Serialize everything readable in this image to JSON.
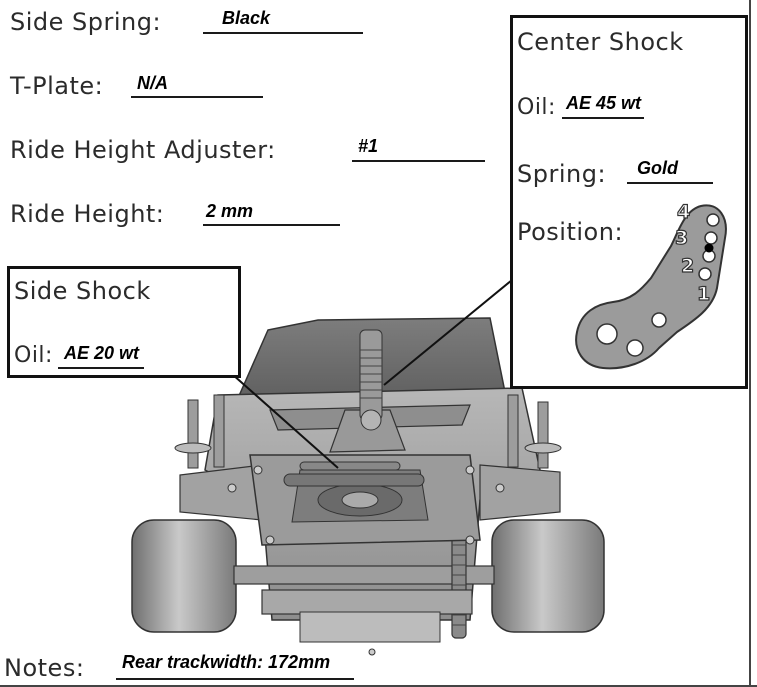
{
  "fields": {
    "side_spring_label": "Side Spring:",
    "side_spring_value": "Black",
    "t_plate_label": "T-Plate:",
    "t_plate_value": "N/A",
    "ride_height_adjuster_label": "Ride Height Adjuster:",
    "ride_height_adjuster_value": "#1",
    "ride_height_label": "Ride Height:",
    "ride_height_value": "2 mm"
  },
  "side_shock": {
    "title": "Side Shock",
    "oil_label": "Oil:",
    "oil_value": "AE 20 wt"
  },
  "center_shock": {
    "title": "Center Shock",
    "oil_label": "Oil:",
    "oil_value": "AE 45 wt",
    "spring_label": "Spring:",
    "spring_value": "Gold",
    "position_label": "Position:",
    "positions": [
      "4",
      "3",
      "2",
      "1"
    ],
    "selected_position": "3"
  },
  "notes": {
    "label": "Notes:",
    "value": "Rear trackwidth: 172mm"
  },
  "colors": {
    "chassis": "#9a9a9a",
    "chassis_dark": "#555555",
    "tire": "#8c8c8c",
    "line": "#111111"
  }
}
